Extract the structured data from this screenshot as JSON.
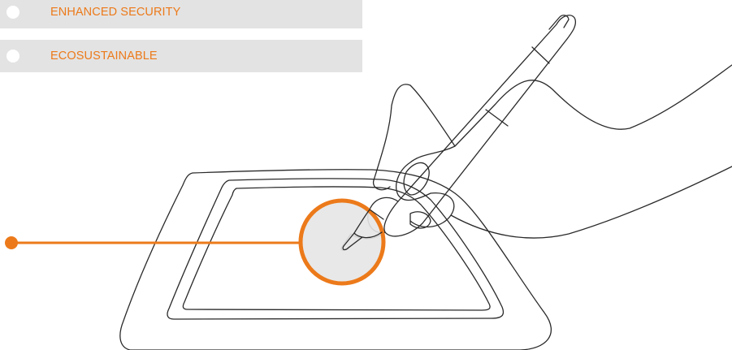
{
  "features": {
    "items": [
      {
        "label": "ENHANCED SECURITY"
      },
      {
        "label": "ECOSUSTAINABLE"
      }
    ]
  },
  "illustration": {
    "subject": "hand signing on a pen tablet with stylus",
    "highlight_color": "#ec7a1a",
    "highlight_fill": "#e5e5e5",
    "line_color": "#2a2a2a"
  },
  "colors": {
    "accent": "#ec7a1a",
    "panel": "#e3e3e3",
    "background": "#ffffff"
  }
}
